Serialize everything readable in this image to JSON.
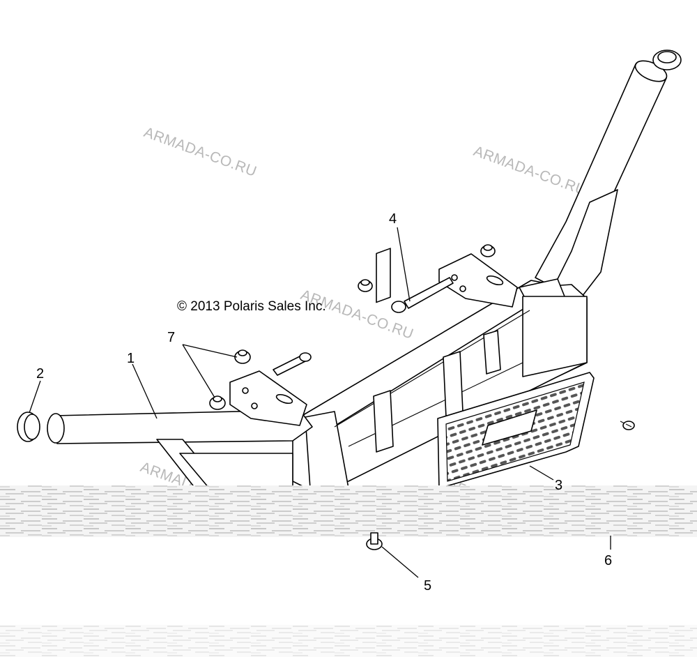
{
  "copyright": "© 2013 Polaris Sales Inc.",
  "watermark": "ARMADA-CO.RU",
  "callouts": [
    "1",
    "2",
    "3",
    "4",
    "5",
    "6",
    "7"
  ]
}
